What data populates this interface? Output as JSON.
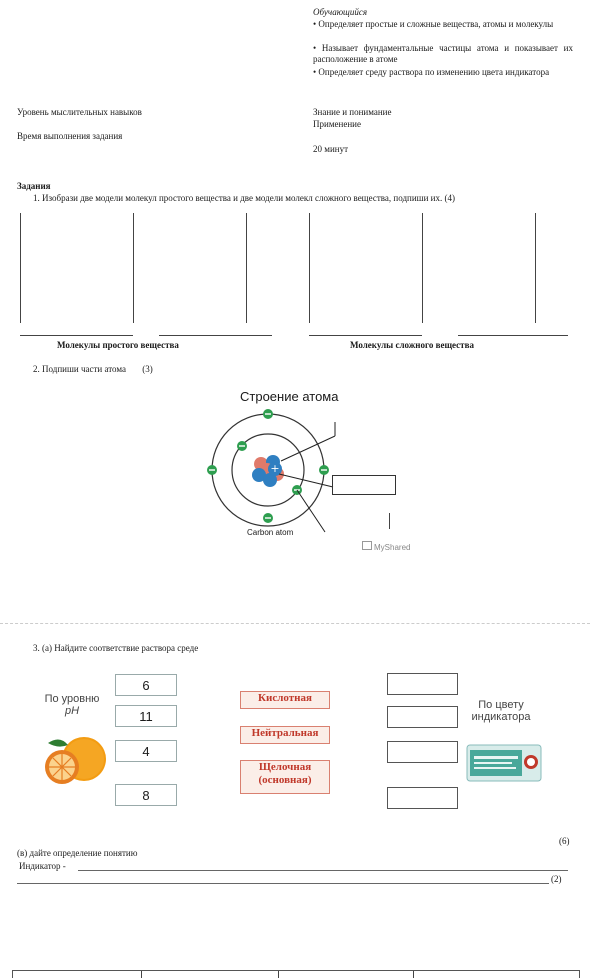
{
  "header": {
    "learner_label": "Обучающийся",
    "outcomes": [
      "• Определяет простые и сложные вещества, атомы и молекулы",
      "• Называет фундаментальные частицы атома и показывает их расположение в атоме",
      "• Определяет среду раствора по изменению цвета индикатора"
    ],
    "thinking_label": "Уровень мыслительных навыков",
    "thinking_values": [
      "Знание и понимание",
      "Применение"
    ],
    "time_label": "Время выполнения задания",
    "time_value": "20 минут"
  },
  "tasks_heading": "Задания",
  "task1": {
    "text": "1.   Изобрази две модели  молекул простого вещества и две модели молекл сложного вещества, подпиши их.",
    "points": "(4)",
    "caption_simple": "Молекулы простого вещества",
    "caption_complex": "Молекулы сложного вещества"
  },
  "task2": {
    "text": "2.   Подпиши части атома",
    "points": "(3)",
    "diagram_title": "Строение атома",
    "diagram_caption": "Carbon atom",
    "watermark": "MyShared"
  },
  "task3": {
    "text": "3.   (а) Найдите соответствие раствора среде",
    "ph_label_line1": "По уровню",
    "ph_label_line2": "pH",
    "ph_values": [
      "6",
      "11",
      "4",
      "8"
    ],
    "environments": [
      "Кислотная",
      "Нейтральная",
      "Щелочная (основная)"
    ],
    "indicator_label_line1": "По цвету",
    "indicator_label_line2": "индикатора",
    "points_a": "(6)",
    "part_b": "(в) дайте определение понятию",
    "indicator_term": "Индикатор -",
    "points_b": "(2)"
  },
  "colors": {
    "electron": "#2e9e4f",
    "proton": "#2f7fc1",
    "neutron": "#e07a6a",
    "env_text": "#c0392b"
  }
}
